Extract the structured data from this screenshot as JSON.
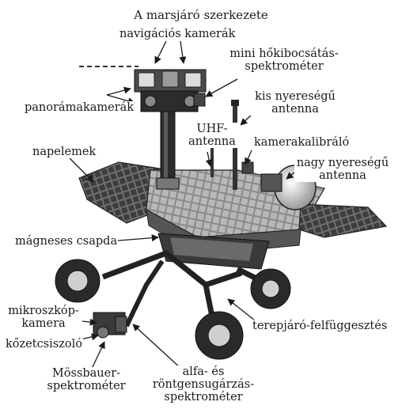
{
  "title": "A marsjáró szerkezete",
  "labels": {
    "nav_cameras": "navigációs kamerák",
    "mini_tes_1": "mini hőkibocsátás-",
    "mini_tes_2": "spektrométer",
    "pancam": "panorámakamerák",
    "lga_1": "kis nyereségű",
    "lga_2": "antenna",
    "uhf_1": "UHF-",
    "uhf_2": "antenna",
    "calibration": "kamerakalibráló",
    "solar": "napelemek",
    "hga_1": "nagy nyereségű",
    "hga_2": "antenna",
    "magnet": "mágneses csapda",
    "micro_1": "mikroszkóp-",
    "micro_2": "kamera",
    "suspension": "terepjáró-felfüggesztés",
    "rat": "kőzetcsiszoló",
    "moss_1": "Mössbauer-",
    "moss_2": "spektrométer",
    "apxs_1": "alfa- és",
    "apxs_2": "röntgensugárzás-",
    "apxs_3": "spektrométer"
  }
}
